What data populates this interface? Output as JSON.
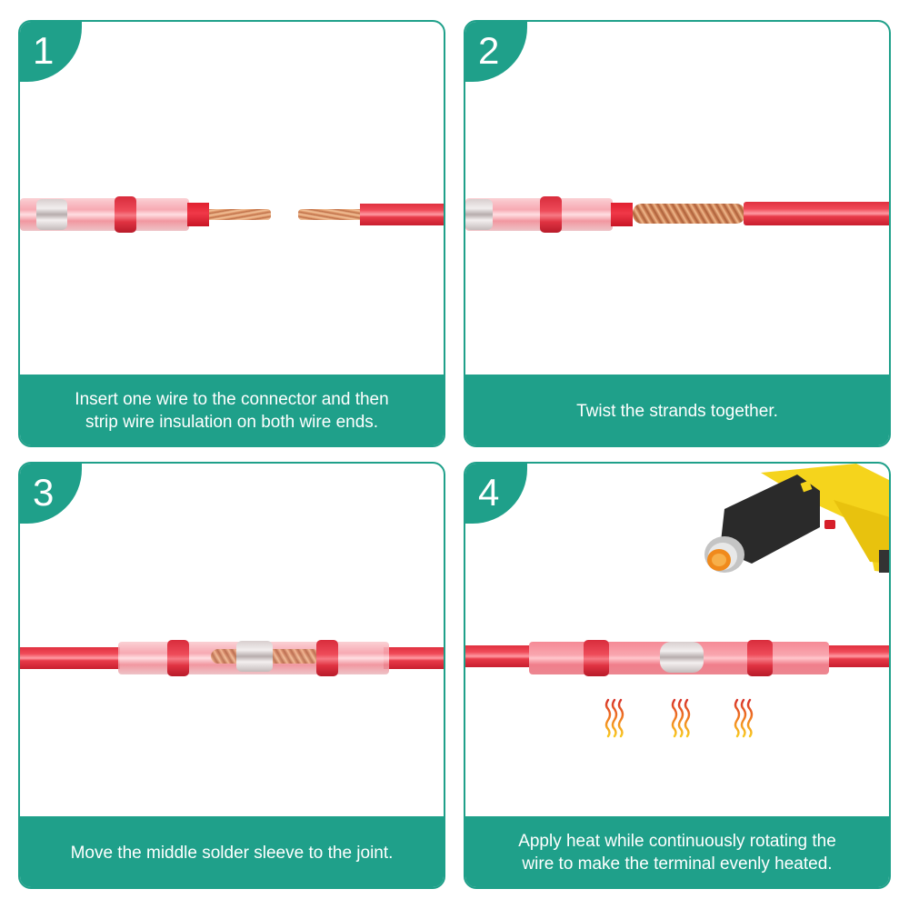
{
  "accent_color": "#1fa08a",
  "steps": [
    {
      "number": "1",
      "caption": "Insert one wire to the connector and then\nstrip wire insulation on both wire ends.",
      "illustration": "connector-with-stripped-wires-apart"
    },
    {
      "number": "2",
      "caption": "Twist the strands together.",
      "illustration": "twisted-strands"
    },
    {
      "number": "3",
      "caption": "Move the middle solder sleeve to the joint.",
      "illustration": "sleeve-over-joint"
    },
    {
      "number": "4",
      "caption": "Apply heat while continuously rotating the\nwire to make the terminal evenly heated.",
      "illustration": "heat-gun-with-heat-waves",
      "heat_waves": 3
    }
  ]
}
